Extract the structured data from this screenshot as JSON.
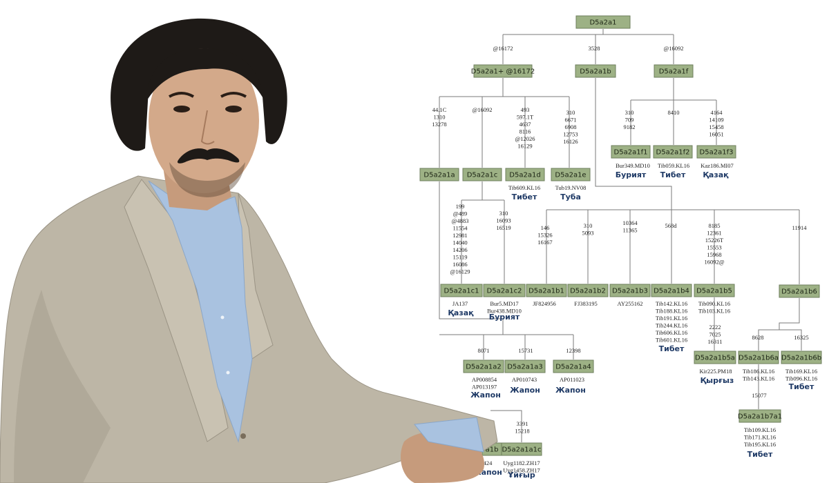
{
  "nodes": [
    {
      "id": "D5a2a1",
      "label": "D5a2a1"
    },
    {
      "id": "D5a2a1plus",
      "label": "D5a2a1+ @16172"
    },
    {
      "id": "D5a2a1b",
      "label": "D5a2a1b"
    },
    {
      "id": "D5a2a1f",
      "label": "D5a2a1f"
    },
    {
      "id": "D5a2a1a",
      "label": "D5a2a1a"
    },
    {
      "id": "D5a2a1c",
      "label": "D5a2a1c"
    },
    {
      "id": "D5a2a1d",
      "label": "D5a2a1d"
    },
    {
      "id": "D5a2a1e",
      "label": "D5a2a1e"
    },
    {
      "id": "D5a2a1f1",
      "label": "D5a2a1f1"
    },
    {
      "id": "D5a2a1f2",
      "label": "D5a2a1f2"
    },
    {
      "id": "D5a2a1f3",
      "label": "D5a2a1f3"
    },
    {
      "id": "D5a2a1c1",
      "label": "D5a2a1c1"
    },
    {
      "id": "D5a2a1c2",
      "label": "D5a2a1c2"
    },
    {
      "id": "D5a2a1b1",
      "label": "D5a2a1b1"
    },
    {
      "id": "D5a2a1b2",
      "label": "D5a2a1b2"
    },
    {
      "id": "D5a2a1b3",
      "label": "D5a2a1b3"
    },
    {
      "id": "D5a2a1b4",
      "label": "D5a2a1b4"
    },
    {
      "id": "D5a2a1b5",
      "label": "D5a2a1b5"
    },
    {
      "id": "D5a2a1b6",
      "label": "D5a2a1b6"
    },
    {
      "id": "D5a2a1a2",
      "label": "D5a2a1a2"
    },
    {
      "id": "D5a2a1a3",
      "label": "D5a2a1a3"
    },
    {
      "id": "D5a2a1a4",
      "label": "D5a2a1a4"
    },
    {
      "id": "D5a2a1b5a",
      "label": "D5a2a1b5a"
    },
    {
      "id": "D5a2a1b6a",
      "label": "D5a2a1b6a"
    },
    {
      "id": "D5a2a1b6b",
      "label": "D5a2a1b6b"
    },
    {
      "id": "D5a2a1b7a1",
      "label": "D5a2a1b7a1"
    },
    {
      "id": "D5a2a1a1c",
      "label": "D5a2a1a1c"
    },
    {
      "id": "D5a2a1a1b",
      "label": "a1b"
    }
  ],
  "mutations": [
    {
      "id": "m_plus",
      "lines": [
        "@16172"
      ]
    },
    {
      "id": "m_b",
      "lines": [
        "3528"
      ]
    },
    {
      "id": "m_f",
      "lines": [
        "@16092"
      ]
    },
    {
      "id": "m_a",
      "lines": [
        "44.1C",
        "1310",
        "13278"
      ]
    },
    {
      "id": "m_c",
      "lines": [
        "@16092"
      ]
    },
    {
      "id": "m_d",
      "lines": [
        "493",
        "597.1T",
        "4637",
        "8116",
        "@12026",
        "16129"
      ]
    },
    {
      "id": "m_e",
      "lines": [
        "310",
        "6671",
        "6908",
        "12753",
        "16126"
      ]
    },
    {
      "id": "m_f1",
      "lines": [
        "310",
        "709",
        "9182"
      ]
    },
    {
      "id": "m_f2",
      "lines": [
        "8410"
      ]
    },
    {
      "id": "m_f3",
      "lines": [
        "4164",
        "14109",
        "15458",
        "16051"
      ]
    },
    {
      "id": "m_c1",
      "lines": [
        "199",
        "@489",
        "@4883",
        "11554",
        "12981",
        "14040",
        "14206",
        "15119",
        "16086",
        "@16129"
      ]
    },
    {
      "id": "m_c2",
      "lines": [
        "310",
        "16093",
        "16519"
      ]
    },
    {
      "id": "m_b1",
      "lines": [
        "146",
        "15326",
        "16167"
      ]
    },
    {
      "id": "m_b2",
      "lines": [
        "310",
        "5093"
      ]
    },
    {
      "id": "m_b3",
      "lines": [
        "10364",
        "11365"
      ]
    },
    {
      "id": "m_b4",
      "lines": [
        "568d"
      ]
    },
    {
      "id": "m_b5",
      "lines": [
        "8185",
        "12361",
        "15226T",
        "15553",
        "15968",
        "16092@"
      ]
    },
    {
      "id": "m_b6",
      "lines": [
        "11914"
      ]
    },
    {
      "id": "m_a2",
      "lines": [
        "8071"
      ]
    },
    {
      "id": "m_a3",
      "lines": [
        "15731"
      ]
    },
    {
      "id": "m_a4",
      "lines": [
        "12398"
      ]
    },
    {
      "id": "m_b5a",
      "lines": [
        "2222",
        "7025",
        "16311"
      ]
    },
    {
      "id": "m_b6a",
      "lines": [
        "8628"
      ]
    },
    {
      "id": "m_b6b",
      "lines": [
        "16325"
      ]
    },
    {
      "id": "m_b7a1",
      "lines": [
        "15077"
      ]
    },
    {
      "id": "m_a1c",
      "lines": [
        "3391",
        "15218"
      ]
    }
  ],
  "samples": [
    {
      "id": "s_d",
      "lines": [
        "Tib609.KL16"
      ]
    },
    {
      "id": "s_e",
      "lines": [
        "Tub19.NV08"
      ]
    },
    {
      "id": "s_f1",
      "lines": [
        "Bur349.MD10"
      ]
    },
    {
      "id": "s_f2",
      "lines": [
        "Tib059.KL16"
      ]
    },
    {
      "id": "s_f3",
      "lines": [
        "Kaz186.MI07"
      ]
    },
    {
      "id": "s_c1",
      "lines": [
        "JA137"
      ]
    },
    {
      "id": "s_c2",
      "lines": [
        "Bur5.MD17",
        "Bur438.MD10"
      ]
    },
    {
      "id": "s_b1",
      "lines": [
        "JF824956"
      ]
    },
    {
      "id": "s_b2",
      "lines": [
        "FJ383195"
      ]
    },
    {
      "id": "s_b3",
      "lines": [
        "AY255162"
      ]
    },
    {
      "id": "s_b4",
      "lines": [
        "Tib142.KL16",
        "Tib188.KL16",
        "Tib191.KL16",
        "Tib244.KL16",
        "Tib606.KL16",
        "Tib601.KL16"
      ]
    },
    {
      "id": "s_b5",
      "lines": [
        "Tib090.KL16",
        "Tib103.KL16"
      ]
    },
    {
      "id": "s_a2",
      "lines": [
        "AP008854",
        "AP013197"
      ]
    },
    {
      "id": "s_a3",
      "lines": [
        "AP010743"
      ]
    },
    {
      "id": "s_a4",
      "lines": [
        "AP011023"
      ]
    },
    {
      "id": "s_b5a",
      "lines": [
        "Kir225.PM18"
      ]
    },
    {
      "id": "s_b6a",
      "lines": [
        "Tib186.KL16",
        "Tib143.KL16"
      ]
    },
    {
      "id": "s_b6b",
      "lines": [
        "Tib169.KL16",
        "Tib096.KL16"
      ]
    },
    {
      "id": "s_b7a1",
      "lines": [
        "Tib109.KL16",
        "Tib171.KL16",
        "Tib195.KL16"
      ]
    },
    {
      "id": "s_a1b",
      "lines": [
        "424"
      ]
    },
    {
      "id": "s_a1c",
      "lines": [
        "Uyg1182.ZH17",
        "Uyg1458.ZH17"
      ]
    }
  ],
  "populations": [
    {
      "id": "p_d",
      "label": "Тибет"
    },
    {
      "id": "p_e",
      "label": "Туба"
    },
    {
      "id": "p_f1",
      "label": "Бурият"
    },
    {
      "id": "p_f2",
      "label": "Тибет"
    },
    {
      "id": "p_f3",
      "label": "Қазақ"
    },
    {
      "id": "p_c1",
      "label": "Қазақ"
    },
    {
      "id": "p_c2",
      "label": "Бурият"
    },
    {
      "id": "p_b4",
      "label": "Тибет"
    },
    {
      "id": "p_a2",
      "label": "Жапон"
    },
    {
      "id": "p_a3",
      "label": "Жапон"
    },
    {
      "id": "p_a4",
      "label": "Жапон"
    },
    {
      "id": "p_b5a",
      "label": "Қырғыз"
    },
    {
      "id": "p_b6b",
      "label": "Тибет"
    },
    {
      "id": "p_b7a1",
      "label": "Тибет"
    },
    {
      "id": "p_a1b",
      "label": "Жапон"
    },
    {
      "id": "p_a1c",
      "label": "Ұйғыр"
    }
  ]
}
